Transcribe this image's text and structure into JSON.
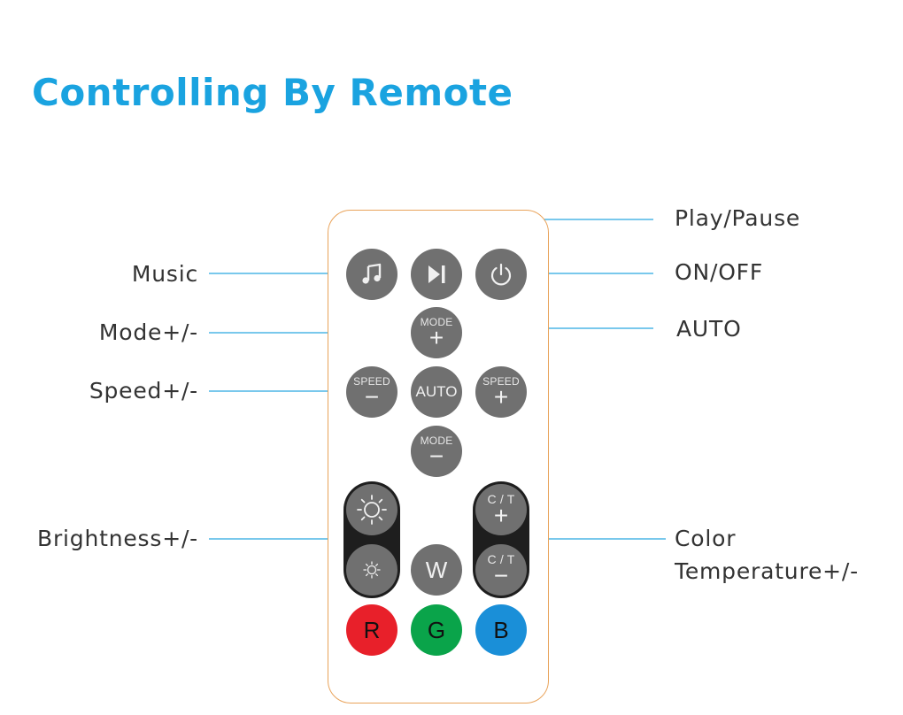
{
  "title": "Controlling By Remote",
  "labels": {
    "music": "Music",
    "mode": "Mode+/-",
    "speed": "Speed+/-",
    "brightness": "Brightness+/-",
    "play_pause": "Play/Pause",
    "on_off": "ON/OFF",
    "auto": "AUTO",
    "color_temp_line1": "Color",
    "color_temp_line2": "Temperature+/-"
  },
  "buttons": {
    "mode_text": "MODE",
    "plus": "+",
    "minus": "−",
    "speed_text": "SPEED",
    "auto_text": "AUTO",
    "ct_text": "C / T",
    "w_text": "W",
    "r_text": "R",
    "g_text": "G",
    "b_text": "B"
  },
  "icons": {
    "music": "music-note-icon",
    "play_pause": "play-pause-icon",
    "power": "power-icon",
    "brightness_up": "sun-large-icon",
    "brightness_down": "sun-small-icon"
  },
  "colors": {
    "title": "#1aa3e0",
    "button_gray": "#707070",
    "remote_border": "#e9a35a",
    "callout_line": "#29a8e0",
    "red": "#e8202a",
    "green": "#0aa44a",
    "blue": "#1a8fd8"
  }
}
